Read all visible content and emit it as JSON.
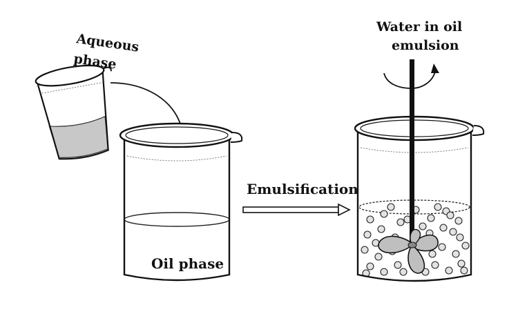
{
  "labels": {
    "aqueous_line1": "Aqueous",
    "aqueous_line2": "phase",
    "oil_phase": "Oil phase",
    "process": "Emulsification",
    "emulsion_line1": "Water in oil",
    "emulsion_line2": "emulsion"
  },
  "colors": {
    "stroke": "#111111",
    "liquid": "#c8c8c8",
    "droplet": "#e2e2e2",
    "impeller": "#bfbfbf",
    "background": "#ffffff"
  },
  "icons": [
    "small-beaker-icon",
    "large-beaker-icon",
    "stirrer-icon",
    "rotation-arrow-icon",
    "droplet-icon"
  ]
}
